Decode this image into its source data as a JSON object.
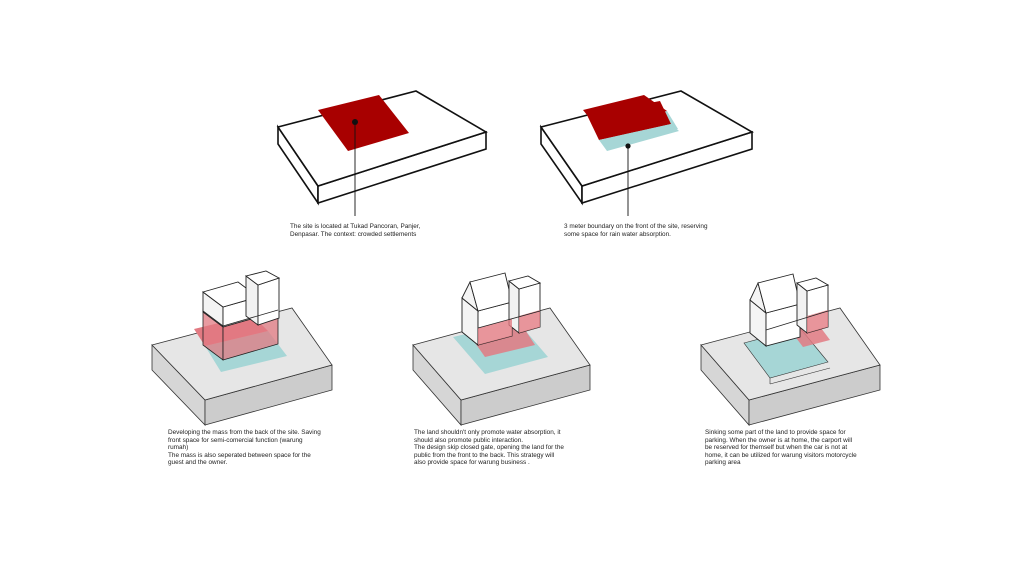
{
  "colors": {
    "mass_red": "#a80000",
    "boundary_teal": "#a6d6d6",
    "overlay_red": "#e27a82",
    "slab_grey": "#e6e6e6",
    "side_grey": "#cfcfcf",
    "outline": "#111111"
  },
  "captions": {
    "step1": {
      "lines": [
        "The site is located at Tukad Pancoran, Panjer,",
        "Denpasar. The context: crowded settlements"
      ]
    },
    "step2": {
      "lines": [
        "3 meter boundary on the front of the site, reserving",
        "some space for rain water absorption."
      ]
    },
    "step3": {
      "lines": [
        "Developing the mass from the back of the site. Saving",
        "front space for semi-comercial function (warung",
        "rumah)",
        "The mass is also seperated between space for the",
        "guest and the owner."
      ]
    },
    "step4": {
      "lines": [
        "The land shouldn't only promote water absorption, it",
        "should also promote public interaction.",
        "The design skip closed gate, opening the land for the",
        "public from the front to the back. This strategy will",
        "also provide space for warung business ."
      ]
    },
    "step5": {
      "lines": [
        "Sinking some part of the land to provide space for",
        "parking. When the owner is at home, the carport will",
        "be reserved for themself but when the car is not at",
        "home, it can be utilized for warung visitors motorcycle",
        "parking area"
      ]
    }
  }
}
